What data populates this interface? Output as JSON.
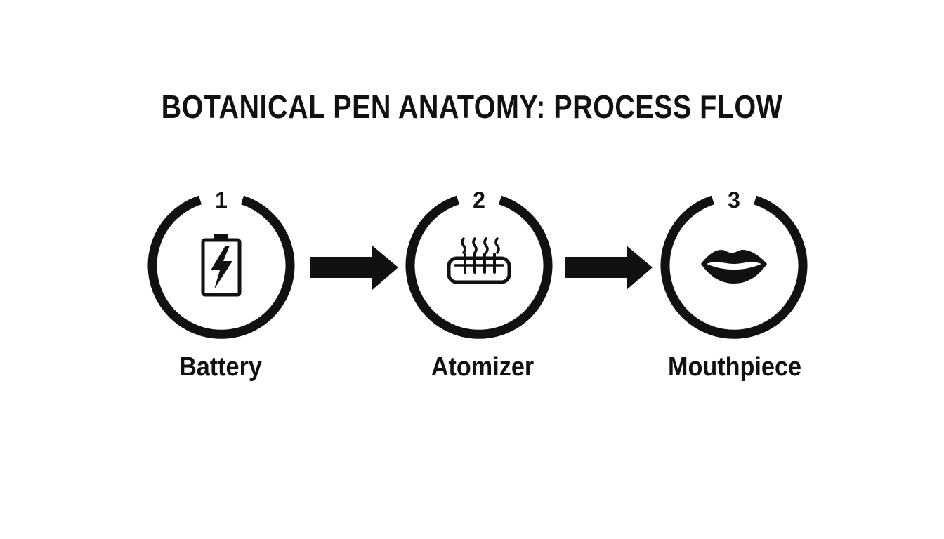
{
  "title": "BOTANICAL PEN ANATOMY: PROCESS FLOW",
  "steps": [
    {
      "number": "1",
      "label": "Battery",
      "icon": "battery-icon"
    },
    {
      "number": "2",
      "label": "Atomizer",
      "icon": "heating-coil-icon"
    },
    {
      "number": "3",
      "label": "Mouthpiece",
      "icon": "lips-icon"
    }
  ],
  "colors": {
    "foreground": "#111111",
    "background": "#ffffff"
  }
}
